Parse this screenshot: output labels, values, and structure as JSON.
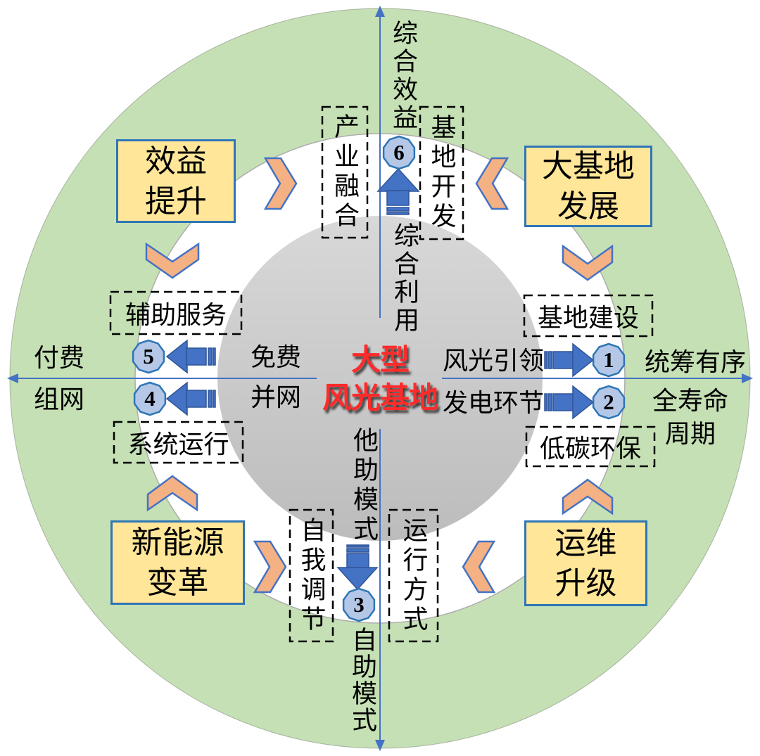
{
  "center": {
    "line1": "大型",
    "line2": "风光基地"
  },
  "axes": {
    "top_label": "综合效益",
    "inner_top": "综合利用",
    "inner_bottom_upper": "他助模式",
    "inner_bottom_lower": "自助模式",
    "left_top": "付费",
    "left_bottom": "组网",
    "right_top": "统筹有序",
    "right_mid": "全寿命",
    "right_bottom": "周期",
    "inner_left_top": "免费",
    "inner_left_bottom": "并网",
    "inner_right_top": "风光引领",
    "inner_right_bottom": "发电环节"
  },
  "corner_boxes": {
    "top_left": {
      "line1": "效益",
      "line2": "提升"
    },
    "top_right": {
      "line1": "大基地",
      "line2": "发展"
    },
    "bottom_left": {
      "line1": "新能源",
      "line2": "变革"
    },
    "bottom_right": {
      "line1": "运维",
      "line2": "升级"
    }
  },
  "dashed_boxes": {
    "industry_integration": "产业融合",
    "base_development": "基地开发",
    "auxiliary_service": "辅助服务",
    "system_operation": "系统运行",
    "base_construction": "基地建设",
    "low_carbon": "低碳环保",
    "self_adjustment": "自我调节",
    "operation_mode": "运行方式"
  },
  "numbers": {
    "n1": "1",
    "n2": "2",
    "n3": "3",
    "n4": "4",
    "n5": "5",
    "n6": "6"
  },
  "colors": {
    "outer_green": "#c5e0b4",
    "ring_white": "#ffffff",
    "core_gray_top": "#d8d8d8",
    "core_gray_bottom": "#bcbcbc",
    "axis_blue": "#4472c4",
    "arrow_blue": "#4472c4",
    "arrow_blue_border": "#2e5597",
    "chevron_orange": "#f4b183",
    "badge_fill": "#b4c7e7",
    "badge_border": "#2e75b6",
    "corner_fill": "#ffe699",
    "corner_border": "#2e75b6",
    "center_red": "#fe2b2b"
  }
}
